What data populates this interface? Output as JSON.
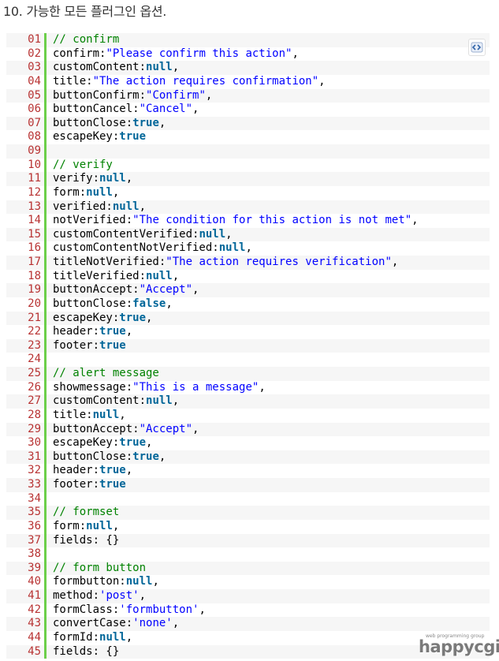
{
  "heading": "10. 가능한 모든 플러그인 옵션.",
  "code_lines": [
    {
      "n": "01",
      "t": [
        [
          "cmt",
          "// confirm"
        ]
      ]
    },
    {
      "n": "02",
      "t": [
        [
          "",
          "confirm:"
        ],
        [
          "str",
          "\"Please confirm this action\""
        ],
        [
          "",
          ","
        ]
      ]
    },
    {
      "n": "03",
      "t": [
        [
          "",
          "customContent:"
        ],
        [
          "kw",
          "null"
        ],
        [
          "",
          ","
        ]
      ]
    },
    {
      "n": "04",
      "t": [
        [
          "",
          "title:"
        ],
        [
          "str",
          "\"The action requires confirmation\""
        ],
        [
          "",
          ","
        ]
      ]
    },
    {
      "n": "05",
      "t": [
        [
          "",
          "buttonConfirm:"
        ],
        [
          "str",
          "\"Confirm\""
        ],
        [
          "",
          ","
        ]
      ]
    },
    {
      "n": "06",
      "t": [
        [
          "",
          "buttonCancel:"
        ],
        [
          "str",
          "\"Cancel\""
        ],
        [
          "",
          ","
        ]
      ]
    },
    {
      "n": "07",
      "t": [
        [
          "",
          "buttonClose:"
        ],
        [
          "kw",
          "true"
        ],
        [
          "",
          ","
        ]
      ]
    },
    {
      "n": "08",
      "t": [
        [
          "",
          "escapeKey:"
        ],
        [
          "kw",
          "true"
        ]
      ]
    },
    {
      "n": "09",
      "t": []
    },
    {
      "n": "10",
      "t": [
        [
          "cmt",
          "// verify"
        ]
      ]
    },
    {
      "n": "11",
      "t": [
        [
          "",
          "verify:"
        ],
        [
          "kw",
          "null"
        ],
        [
          "",
          ","
        ]
      ]
    },
    {
      "n": "12",
      "t": [
        [
          "",
          "form:"
        ],
        [
          "kw",
          "null"
        ],
        [
          "",
          ","
        ]
      ]
    },
    {
      "n": "13",
      "t": [
        [
          "",
          "verified:"
        ],
        [
          "kw",
          "null"
        ],
        [
          "",
          ","
        ]
      ]
    },
    {
      "n": "14",
      "t": [
        [
          "",
          "notVerified:"
        ],
        [
          "str",
          "\"The condition for this action is not met\""
        ],
        [
          "",
          ","
        ]
      ]
    },
    {
      "n": "15",
      "t": [
        [
          "",
          "customContentVerified:"
        ],
        [
          "kw",
          "null"
        ],
        [
          "",
          ","
        ]
      ]
    },
    {
      "n": "16",
      "t": [
        [
          "",
          "customContentNotVerified:"
        ],
        [
          "kw",
          "null"
        ],
        [
          "",
          ","
        ]
      ]
    },
    {
      "n": "17",
      "t": [
        [
          "",
          "titleNotVerified:"
        ],
        [
          "str",
          "\"The action requires verification\""
        ],
        [
          "",
          ","
        ]
      ]
    },
    {
      "n": "18",
      "t": [
        [
          "",
          "titleVerified:"
        ],
        [
          "kw",
          "null"
        ],
        [
          "",
          ","
        ]
      ]
    },
    {
      "n": "19",
      "t": [
        [
          "",
          "buttonAccept:"
        ],
        [
          "str",
          "\"Accept\""
        ],
        [
          "",
          ","
        ]
      ]
    },
    {
      "n": "20",
      "t": [
        [
          "",
          "buttonClose:"
        ],
        [
          "kw",
          "false"
        ],
        [
          "",
          ","
        ]
      ]
    },
    {
      "n": "21",
      "t": [
        [
          "",
          "escapeKey:"
        ],
        [
          "kw",
          "true"
        ],
        [
          "",
          ","
        ]
      ]
    },
    {
      "n": "22",
      "t": [
        [
          "",
          "header:"
        ],
        [
          "kw",
          "true"
        ],
        [
          "",
          ","
        ]
      ]
    },
    {
      "n": "23",
      "t": [
        [
          "",
          "footer:"
        ],
        [
          "kw",
          "true"
        ]
      ]
    },
    {
      "n": "24",
      "t": []
    },
    {
      "n": "25",
      "t": [
        [
          "cmt",
          "// alert message"
        ]
      ]
    },
    {
      "n": "26",
      "t": [
        [
          "",
          "showmessage:"
        ],
        [
          "str",
          "\"This is a message\""
        ],
        [
          "",
          ","
        ]
      ]
    },
    {
      "n": "27",
      "t": [
        [
          "",
          "customContent:"
        ],
        [
          "kw",
          "null"
        ],
        [
          "",
          ","
        ]
      ]
    },
    {
      "n": "28",
      "t": [
        [
          "",
          "title:"
        ],
        [
          "kw",
          "null"
        ],
        [
          "",
          ","
        ]
      ]
    },
    {
      "n": "29",
      "t": [
        [
          "",
          "buttonAccept:"
        ],
        [
          "str",
          "\"Accept\""
        ],
        [
          "",
          ","
        ]
      ]
    },
    {
      "n": "30",
      "t": [
        [
          "",
          "escapeKey:"
        ],
        [
          "kw",
          "true"
        ],
        [
          "",
          ","
        ]
      ]
    },
    {
      "n": "31",
      "t": [
        [
          "",
          "buttonClose:"
        ],
        [
          "kw",
          "true"
        ],
        [
          "",
          ","
        ]
      ]
    },
    {
      "n": "32",
      "t": [
        [
          "",
          "header:"
        ],
        [
          "kw",
          "true"
        ],
        [
          "",
          ","
        ]
      ]
    },
    {
      "n": "33",
      "t": [
        [
          "",
          "footer:"
        ],
        [
          "kw",
          "true"
        ]
      ]
    },
    {
      "n": "34",
      "t": []
    },
    {
      "n": "35",
      "t": [
        [
          "cmt",
          "// formset"
        ]
      ]
    },
    {
      "n": "36",
      "t": [
        [
          "",
          "form:"
        ],
        [
          "kw",
          "null"
        ],
        [
          "",
          ","
        ]
      ]
    },
    {
      "n": "37",
      "t": [
        [
          "",
          "fields: {}"
        ]
      ]
    },
    {
      "n": "38",
      "t": []
    },
    {
      "n": "39",
      "t": [
        [
          "cmt",
          "// form button"
        ]
      ]
    },
    {
      "n": "40",
      "t": [
        [
          "",
          "formbutton:"
        ],
        [
          "kw",
          "null"
        ],
        [
          "",
          ","
        ]
      ]
    },
    {
      "n": "41",
      "t": [
        [
          "",
          "method:"
        ],
        [
          "str",
          "'post'"
        ],
        [
          "",
          ","
        ]
      ]
    },
    {
      "n": "42",
      "t": [
        [
          "",
          "formClass:"
        ],
        [
          "str",
          "'formbutton'"
        ],
        [
          "",
          ","
        ]
      ]
    },
    {
      "n": "43",
      "t": [
        [
          "",
          "convertCase:"
        ],
        [
          "str",
          "'none'"
        ],
        [
          "",
          ","
        ]
      ]
    },
    {
      "n": "44",
      "t": [
        [
          "",
          "formId:"
        ],
        [
          "kw",
          "null"
        ],
        [
          "",
          ","
        ]
      ]
    },
    {
      "n": "45",
      "t": [
        [
          "",
          "fields: {}"
        ]
      ]
    }
  ],
  "view_source_icon": "view-source-icon",
  "watermark": {
    "tagline": "web programming group",
    "brand": "happycgi"
  },
  "colors": {
    "line_number": "#b83333",
    "gutter_bar": "#6ccf4a",
    "comment": "#008200",
    "string": "#0000ff",
    "keyword": "#006699"
  }
}
